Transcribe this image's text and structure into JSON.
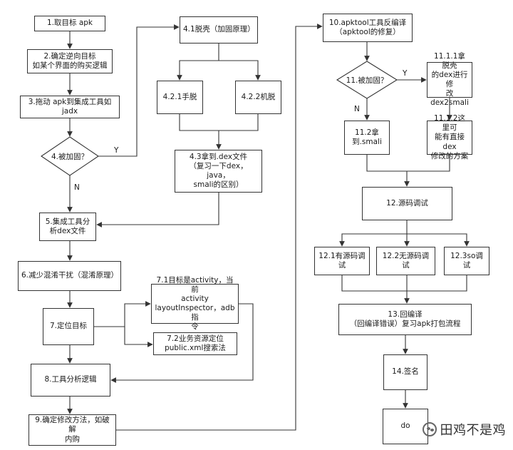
{
  "nodes": {
    "n1": "1.取目标 apk",
    "n2": "2.确定逆向目标\n如某个界面的购买逻辑",
    "n3": "3.拖动 apk到集成工具如jadx",
    "n4": "4.被加固？",
    "n5": "5.集成工具分\n析dex文件",
    "n6": "6.减少混淆干扰（混淆原理）",
    "n7": "7.定位目标",
    "n71": "7.1目标是activity，当前\nactivity\nlayoutInspector，adb指\n令",
    "n72": "7.2业务资源定位\npublic.xml搜索法",
    "n8": "8.工具分析逻辑",
    "n9": "9.确定修改方法，如破解\n内购",
    "n41": "4.1脱壳（加固原理）",
    "n421": "4.2.1手脱",
    "n422": "4.2.2机脱",
    "n43": "4.3拿到.dex文件\n（复习一下dex，java，\nsmali的区别）",
    "n10": "10.apktool工具反编译\n（apktool的修复）",
    "n11": "11.被加固？",
    "n1111": "11.1.1拿脱壳\n的dex进行修\n改\ndex2smali",
    "n1112": "11.1.2这里可\n能有直接dex\n修改的方案",
    "n112": "11.2拿\n到.smali",
    "n12": "12.源码调试",
    "n121": "12.1有源码调试",
    "n122": "12.2无源码调试",
    "n123": "12.3so调试",
    "n13": "13.回编译\n（回编译错误）复习apk打包流程",
    "n14": "14.签名",
    "n15": "do"
  },
  "labels": {
    "y4": "Y",
    "n4": "N",
    "y11": "Y",
    "n11": "N"
  },
  "watermark": "田鸡不是鸡",
  "colors": {
    "line": "#333333",
    "box_border": "#333333",
    "text": "#1a1a1a"
  }
}
